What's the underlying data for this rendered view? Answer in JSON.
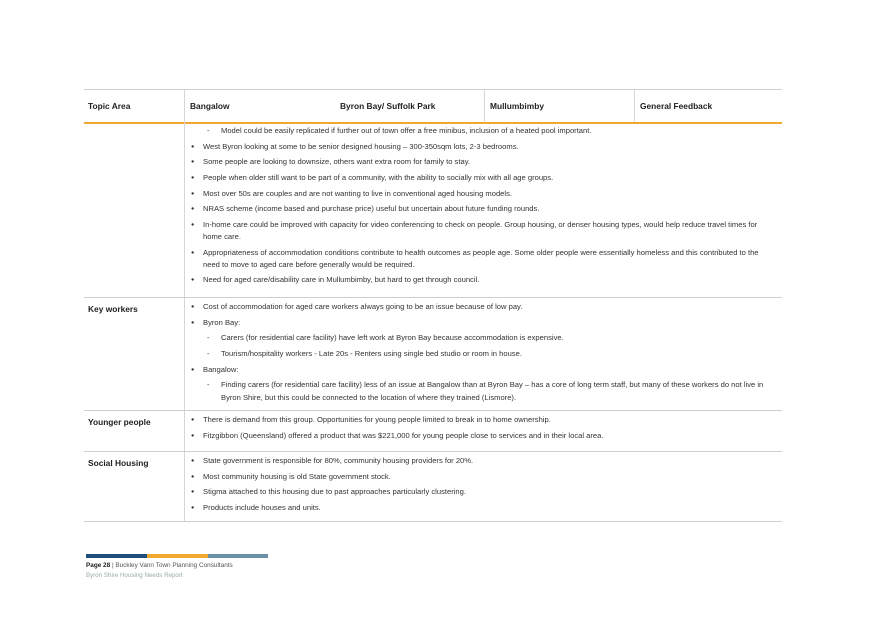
{
  "header": {
    "col1": "Topic Area",
    "col2": "Bangalow",
    "col3": "Byron Bay/ Suffolk Park",
    "col4": "Mullumbimby",
    "col5": "General Feedback"
  },
  "rows": {
    "r0": {
      "topic": "",
      "lines": [
        "Model could be easily replicated if further out of town offer a free minibus, inclusion of a heated pool important.",
        "West Byron looking at some to be senior designed housing – 300-350sqm lots, 2-3 bedrooms.",
        "Some people are looking to downsize, others want extra room for family to stay.",
        "People when older still want to be part of a community, with the ability to socially mix with all age groups.",
        "Most over 50s are couples and are not wanting to live in conventional aged housing models.",
        "NRAS scheme (income based and purchase price) useful but uncertain about future funding rounds.",
        "In-home care could be improved with capacity for video conferencing to check on people. Group housing, or denser housing types, would help reduce travel times for home care.",
        "Appropriateness of accommodation conditions contribute to health outcomes as people age. Some older people were essentially homeless and this contributed to the need to move to aged care before generally would be required.",
        "Need for aged care/disability care in Mullumbimby, but hard to get through council."
      ]
    },
    "r1": {
      "topic": "Key workers",
      "lines": [
        "Cost of accommodation for aged care workers always going to be an issue because of low pay.",
        "Byron Bay:",
        "Carers (for residential care facility) have left work at Byron Bay because accommodation is expensive.",
        "Tourism/hospitality workers - Late 20s - Renters using single bed studio or room in house.",
        "Bangalow:",
        "Finding carers (for residential care facility) less of an issue at Bangalow than at Byron Bay – has a core of long term staff, but many of these workers do not live in Byron Shire, but this could be connected to the location of where they trained (Lismore)."
      ]
    },
    "r2": {
      "topic": "Younger people",
      "lines": [
        "There is demand from this group. Opportunities for young people limited to break in to home ownership.",
        "Fitzgibbon (Queensland) offered a product that was $221,000 for young people close to services and in their local area."
      ]
    },
    "r3": {
      "topic": "Social Housing",
      "lines": [
        "State government is responsible for 80%, community housing providers for 20%.",
        "Most community housing is old State government stock.",
        "Stigma attached to this housing due to past approaches particularly clustering.",
        "Products include houses and units."
      ]
    }
  },
  "footer": {
    "page": "Page 28",
    "firm": " | Buckley Vann Town Planning Consultants",
    "report": "Byron Shire Housing Needs Report"
  },
  "colors": {
    "accent_orange": "#f0a830",
    "bar_navy": "#1f4e79",
    "bar_orange": "#f0a830",
    "bar_slate": "#6c8fa8"
  }
}
